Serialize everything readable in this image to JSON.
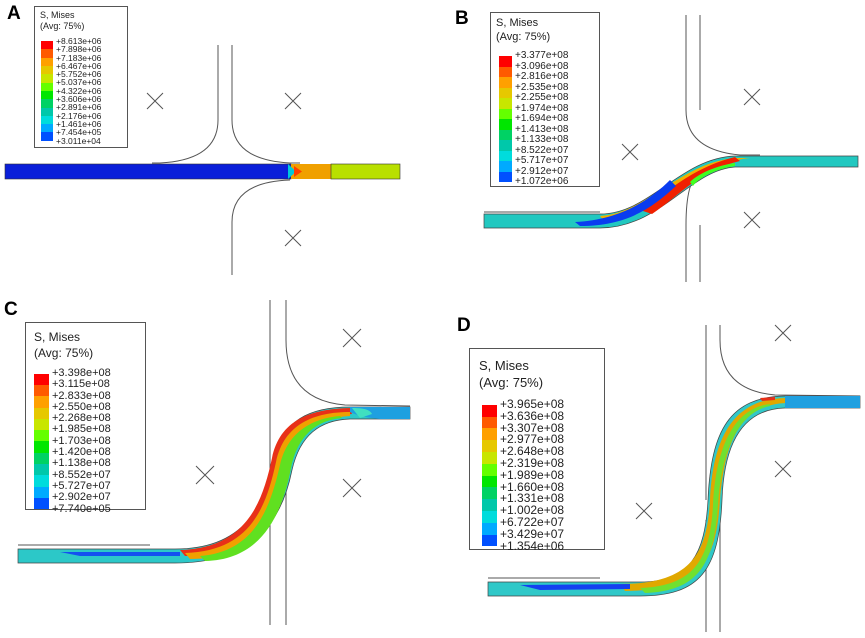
{
  "panels": [
    {
      "label": "A",
      "legend": {
        "title": "S, Mises",
        "subtitle": "(Avg: 75%)",
        "values": [
          "+8.613e+06",
          "+7.898e+06",
          "+7.183e+06",
          "+6.467e+06",
          "+5.752e+06",
          "+5.037e+06",
          "+4.322e+06",
          "+3.606e+06",
          "+2.891e+06",
          "+2.176e+06",
          "+1.461e+06",
          "+7.454e+05",
          "+3.011e+04"
        ]
      }
    },
    {
      "label": "B",
      "legend": {
        "title": "S, Mises",
        "subtitle": "(Avg: 75%)",
        "values": [
          "+3.377e+08",
          "+3.096e+08",
          "+2.816e+08",
          "+2.535e+08",
          "+2.255e+08",
          "+1.974e+08",
          "+1.694e+08",
          "+1.413e+08",
          "+1.133e+08",
          "+8.522e+07",
          "+5.717e+07",
          "+2.912e+07",
          "+1.072e+06"
        ]
      }
    },
    {
      "label": "C",
      "legend": {
        "title": "S, Mises",
        "subtitle": "(Avg: 75%)",
        "values": [
          "+3.398e+08",
          "+3.115e+08",
          "+2.833e+08",
          "+2.550e+08",
          "+2.268e+08",
          "+1.985e+08",
          "+1.703e+08",
          "+1.420e+08",
          "+1.138e+08",
          "+8.552e+07",
          "+5.727e+07",
          "+2.902e+07",
          "+7.740e+05"
        ]
      }
    },
    {
      "label": "D",
      "legend": {
        "title": "S, Mises",
        "subtitle": "(Avg: 75%)",
        "values": [
          "+3.965e+08",
          "+3.636e+08",
          "+3.307e+08",
          "+2.977e+08",
          "+2.648e+08",
          "+2.319e+08",
          "+1.989e+08",
          "+1.660e+08",
          "+1.331e+08",
          "+1.002e+08",
          "+6.722e+07",
          "+3.429e+07",
          "+1.354e+06"
        ]
      }
    }
  ],
  "colormap": [
    "#ff0000",
    "#ff5a00",
    "#ffa000",
    "#e6c800",
    "#c8e600",
    "#64ff00",
    "#00e600",
    "#00d264",
    "#00c8aa",
    "#00dcdc",
    "#00aaff",
    "#0050ff",
    "#0000dc"
  ]
}
